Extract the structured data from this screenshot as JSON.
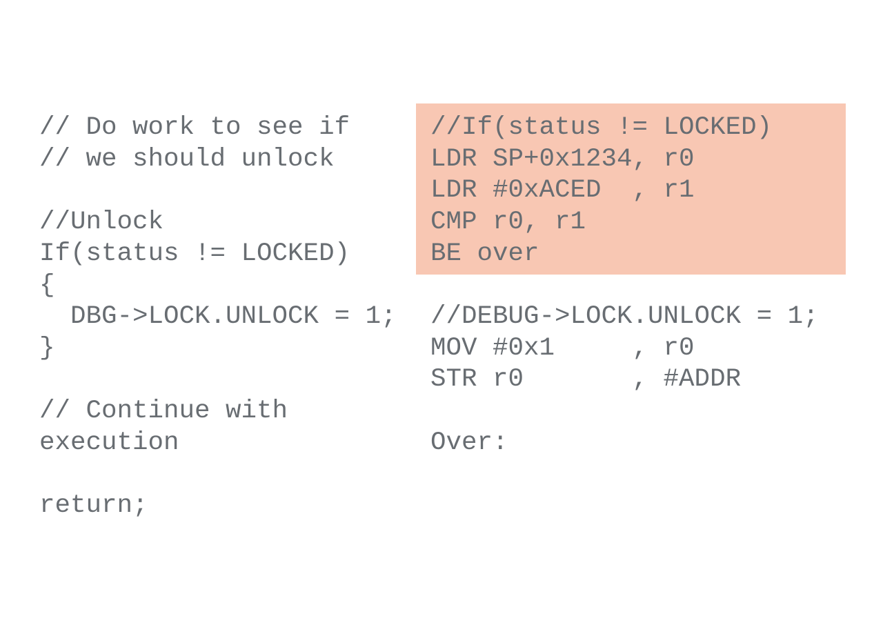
{
  "slide": {
    "background_color": "#ffffff",
    "code_text_color": "#686d72",
    "highlight_color": "#f8c7b3"
  },
  "left_column": {
    "description": "c-pseudocode",
    "lines": [
      "// Do work to see if",
      "// we should unlock",
      "",
      "//Unlock",
      "If(status != LOCKED)",
      "{",
      "  DBG->LOCK.UNLOCK = 1;",
      "}",
      "",
      "// Continue with",
      "execution",
      "",
      "return;"
    ]
  },
  "right_column": {
    "description": "assembly-translation",
    "highlighted_lines": [
      "//If(status != LOCKED)",
      "LDR SP+0x1234, r0",
      "LDR #0xACED  , r1",
      "CMP r0, r1",
      "BE over"
    ],
    "below_lines": [
      "//DEBUG->LOCK.UNLOCK = 1;",
      "MOV #0x1     , r0",
      "STR r0       , #ADDR",
      "",
      "Over:"
    ]
  }
}
